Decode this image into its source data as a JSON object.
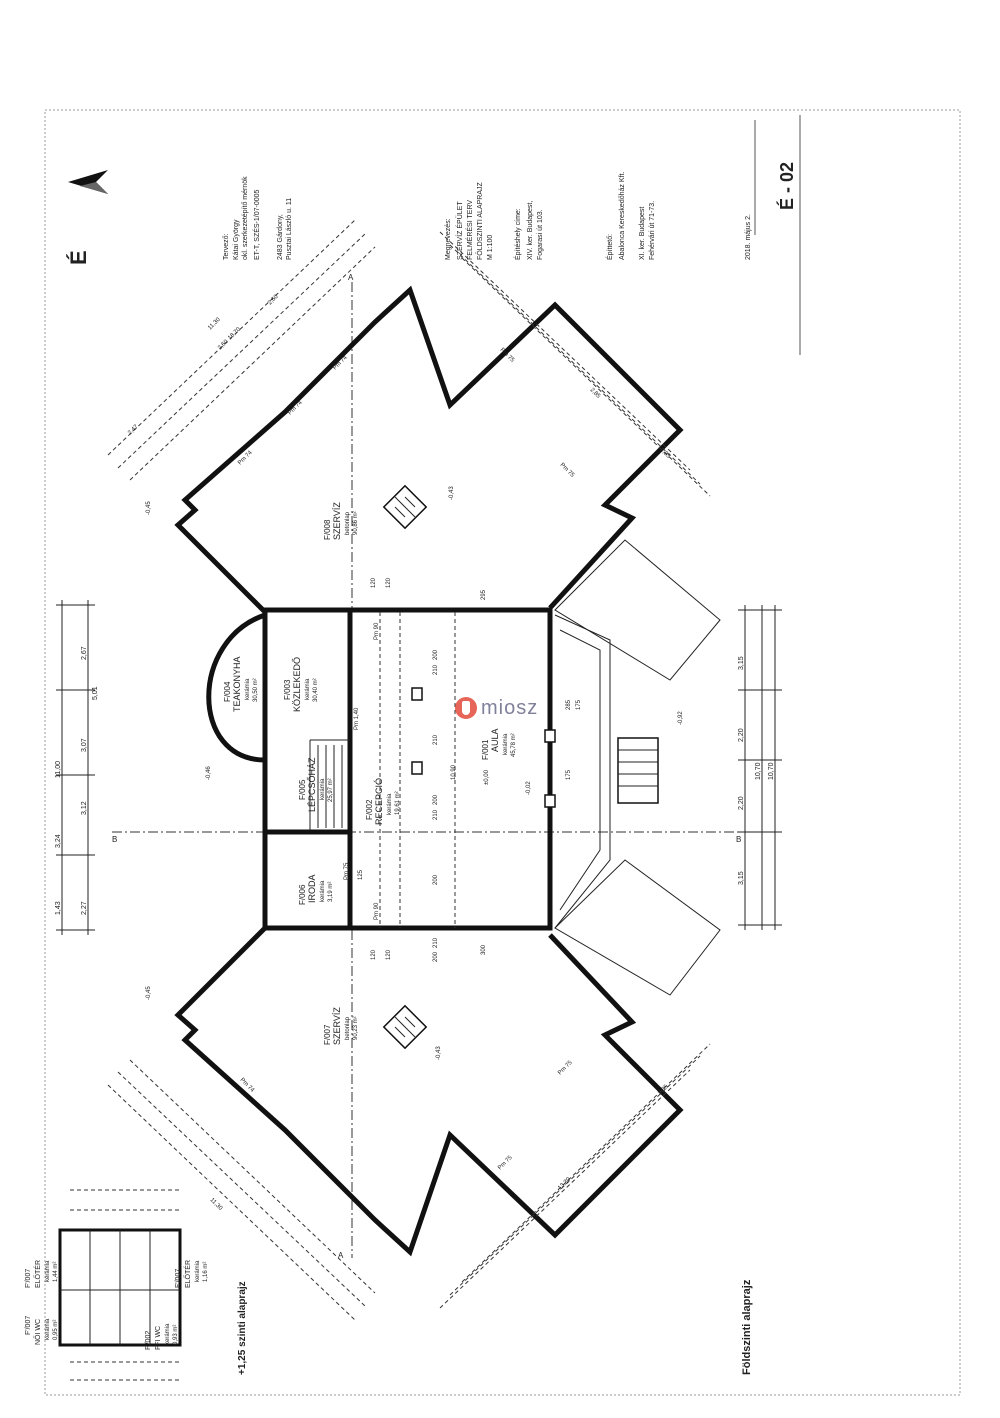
{
  "title_block": {
    "designer_label": "Tervező:",
    "designer_name": "Kátai György",
    "designer_title": "okl. szerkezetépítő mérnök",
    "designer_reg": "ET-T, SZÉS-1/07-0005",
    "designer_addr1": "2483 Gárdony,",
    "designer_addr2": "Pusztai László u. 11",
    "subject_label": "Megnevezés:",
    "subject1": "SZERVÍZ ÉPÜLET",
    "subject2": "FELMÉRÉSI TERV",
    "subject3": "FÖLDSZINTI ALAPRAJZ",
    "scale": "M 1:100",
    "site_label": "Építéshely címe:",
    "site1": "XIV. ker. Budapest,",
    "site2": "Fogarasi út 103.",
    "client_label": "Építtető:",
    "client1": "Abalonca Kereskedőház Kft.",
    "client2": "XI. ker. Budapest",
    "client3": "Fehérvári út 71-73.",
    "date": "2018. május 2.",
    "sheet_no": "É - 02"
  },
  "plan_title": "Földszinti alaprajz",
  "upper_plan_title": "+1,25 szinti alaprajz",
  "rooms": [
    {
      "id": "F/008",
      "name": "SZERVÍZ",
      "floor": "betonlap",
      "area": "90,86 m²"
    },
    {
      "id": "F/007",
      "name": "SZERVÍZ",
      "floor": "betonlap",
      "area": "90,23 m²"
    },
    {
      "id": "F/001",
      "name": "AULA",
      "floor": "kerámia",
      "area": "45,78 m²"
    },
    {
      "id": "F/002",
      "name": "RECEPCIÓ",
      "floor": "kerámia",
      "area": "19,61 m²"
    },
    {
      "id": "F/003",
      "name": "KÖZLEKEDŐ",
      "floor": "kerámia",
      "area": "30,40 m²"
    },
    {
      "id": "F/004",
      "name": "TEAKONYHA",
      "floor": "kerámia",
      "area": "30,50 m²"
    },
    {
      "id": "F/005",
      "name": "LÉPCSŐHÁZ",
      "floor": "kerámia",
      "area": "25,97 m²"
    },
    {
      "id": "F/006",
      "name": "IRODA",
      "floor": "kerámia",
      "area": "3,19 m²"
    }
  ],
  "upper_rooms": [
    {
      "id": "F'/007",
      "name": "NŐI WC",
      "floor": "kerámia",
      "area": "0,95 m²"
    },
    {
      "id": "F'/007",
      "name": "ELŐTÉR",
      "floor": "kerámia",
      "area": "1,44 m²"
    },
    {
      "id": "F'/007",
      "name": "ELŐTÉR",
      "floor": "kerámia",
      "area": "1,16 m²"
    },
    {
      "id": "F'/002",
      "name": "FFI WC",
      "floor": "kerámia",
      "area": "0,93 m²"
    }
  ],
  "overall_dims": {
    "left_total": "11,00",
    "left_parts": [
      "2,67",
      "5,01",
      "3,07",
      "3,24",
      "3,12",
      "1,43",
      "2,27"
    ],
    "right_total": "10,70",
    "right_parts": [
      "3,15",
      "2,20",
      "2,20",
      "3,15"
    ],
    "right_total2": "10,70"
  },
  "wing_dims": [
    "2,47",
    "2,60",
    "2,60",
    "11,30",
    "18,70",
    "2,85",
    "2,85",
    "2,85",
    "13,30",
    "11,30"
  ],
  "window_labels": [
    "Pm 74",
    "Pm 74",
    "Pm 74",
    "Pm 74",
    "Pm 75",
    "Pm 75",
    "Pm 75",
    "Pm 75",
    "Pm 90",
    "Pm 90",
    "Pm 1,40",
    "Pm 75"
  ],
  "levels": [
    "-0,45",
    "-0,43",
    "-0,46",
    "-0,45",
    "-0,43",
    "±0,00",
    "-0,02",
    "-0,92"
  ],
  "axis_labels": [
    "A",
    "A",
    "B",
    "B"
  ],
  "inner_dims": [
    "120",
    "120",
    "295",
    "200",
    "210",
    "285",
    "175",
    "210",
    "200",
    "10,90",
    "210",
    "175",
    "200",
    "125",
    "300",
    "210",
    "200",
    "120",
    "120"
  ],
  "logo_text": "miosz",
  "north_label": "É"
}
